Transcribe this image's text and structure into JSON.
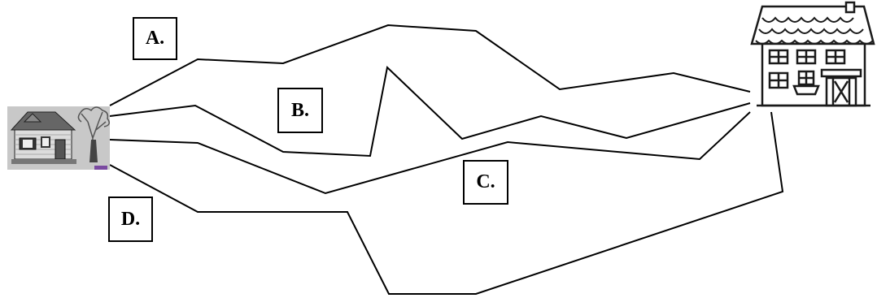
{
  "diagram": {
    "routes": [
      {
        "id": "A",
        "label": "A."
      },
      {
        "id": "B",
        "label": "B."
      },
      {
        "id": "C",
        "label": "C."
      },
      {
        "id": "D",
        "label": "D."
      }
    ],
    "start": {
      "icon": "house-icon"
    },
    "end": {
      "icon": "townhouse-icon"
    },
    "colors": {
      "line": "#000000",
      "start_fill": "#c8c8c8",
      "end_roof": "#ffffff"
    }
  }
}
